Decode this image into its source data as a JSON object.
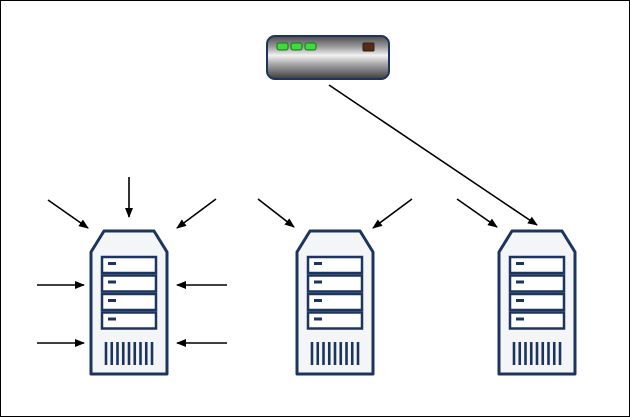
{
  "diagram": {
    "nodes": [
      {
        "id": "router",
        "kind": "router",
        "icon": "router-icon",
        "status_leds": 3
      },
      {
        "id": "server-left",
        "kind": "server",
        "icon": "server-tower-icon",
        "drive_bays": 4,
        "vent_slots": 9
      },
      {
        "id": "server-middle",
        "kind": "server",
        "icon": "server-tower-icon",
        "drive_bays": 4,
        "vent_slots": 9
      },
      {
        "id": "server-right",
        "kind": "server",
        "icon": "server-tower-icon",
        "drive_bays": 4,
        "vent_slots": 9
      }
    ],
    "connections": [
      {
        "from": "router",
        "to": "server-right"
      }
    ],
    "incoming_arrows": [
      {
        "target": "server-left",
        "count": 7
      },
      {
        "target": "server-middle",
        "count": 2
      },
      {
        "target": "server-right",
        "count": 1
      }
    ],
    "colors": {
      "server_outline": "#1c355e",
      "server_fill": "#f4f5f7",
      "router_body": "#7d7d7d",
      "led_green": "#3ddc3d",
      "arrow": "#000000"
    }
  }
}
